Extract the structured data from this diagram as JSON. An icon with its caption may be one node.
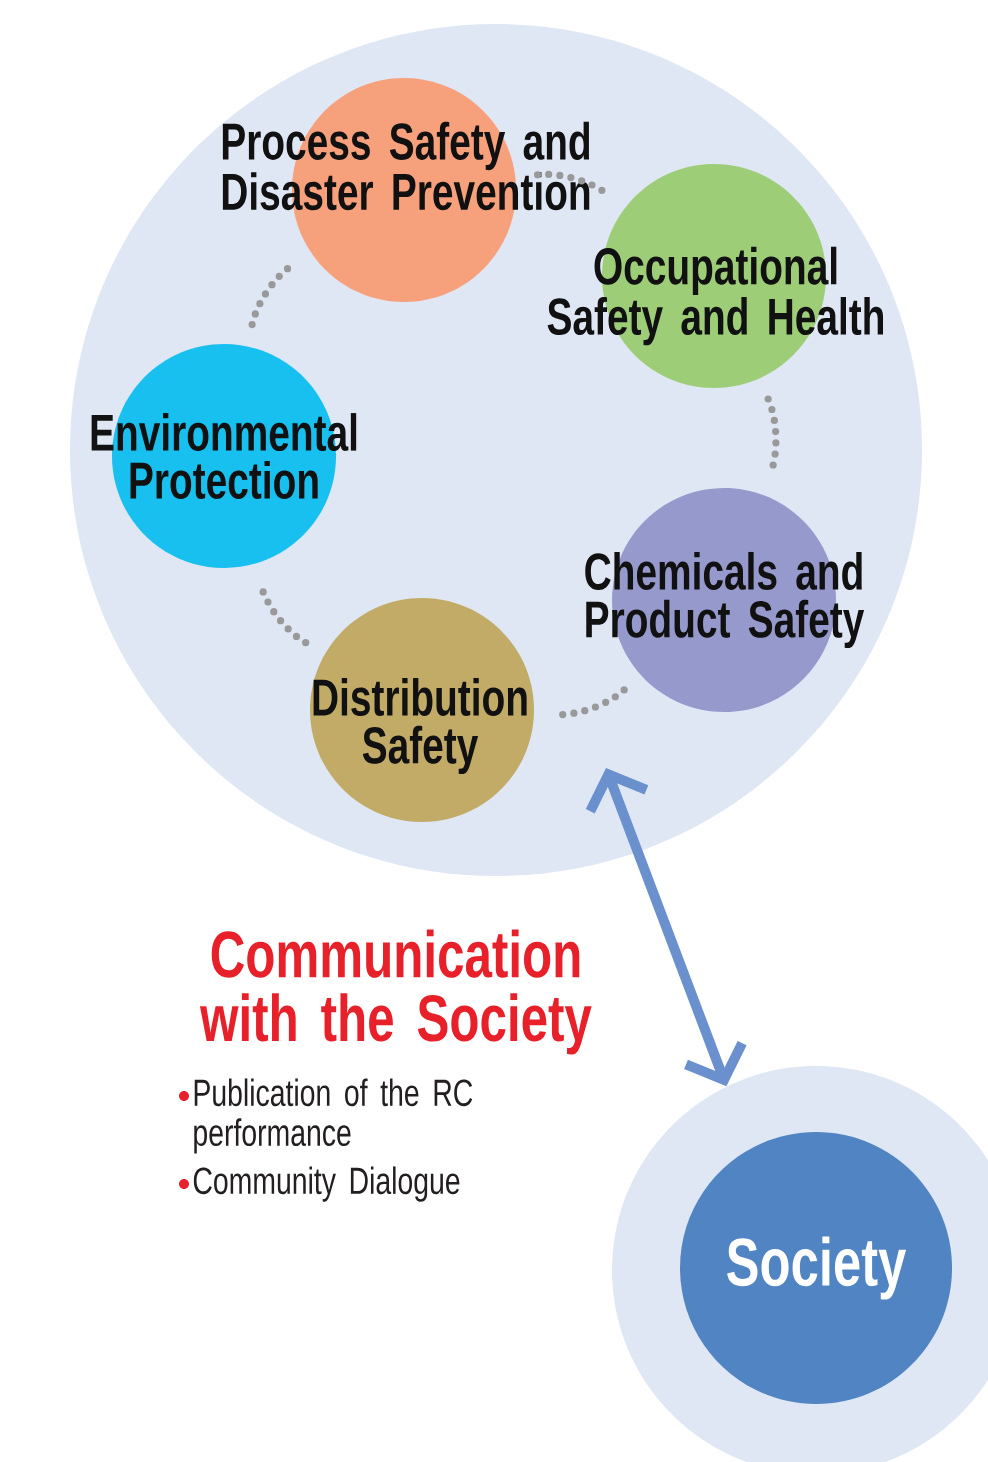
{
  "diagram": {
    "nodes": [
      {
        "text": [],
        "shape": "circle"
      },
      {
        "text": [
          "Process Safety and Disaster Prevention"
        ],
        "in": 0
      },
      {
        "text": [
          "Occupational Safety and Health"
        ],
        "in": 0
      },
      {
        "text": [
          "Environmental Protection"
        ],
        "in": 0
      },
      {
        "text": [
          "Chemicals and Product Safety"
        ],
        "in": 0
      },
      {
        "text": [
          "Distribution Safety"
        ],
        "in": 0
      },
      {
        "text": [],
        "shape": "circle"
      },
      {
        "text": [
          "Society"
        ],
        "in": 6
      }
    ],
    "edges": [
      {
        "from": 1,
        "to": 2,
        "arrow": "none",
        "style": "dashed"
      },
      {
        "from": 2,
        "to": 4,
        "arrow": "none",
        "style": "dashed"
      },
      {
        "from": 4,
        "to": 5,
        "arrow": "none",
        "style": "dashed"
      },
      {
        "from": 5,
        "to": 3,
        "arrow": "none",
        "style": "dashed"
      },
      {
        "from": 3,
        "to": 1,
        "arrow": "none",
        "style": "dashed"
      },
      {
        "from": 0,
        "to": 6,
        "arrow": "both",
        "color": "#6a90cd"
      }
    ],
    "labels": [
      "Communication with the Society",
      "Publication of the RC performance",
      "Community Dialogue"
    ]
  }
}
